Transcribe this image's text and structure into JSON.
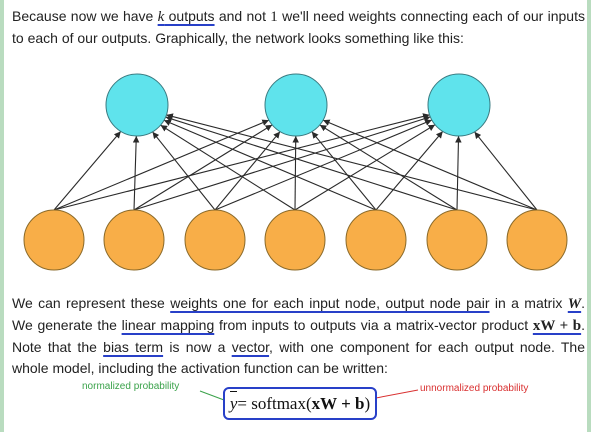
{
  "intro_paragraph": {
    "part1": "Because now we have ",
    "k_symbol": "k",
    "outputs_word": " outputs",
    "part2": " and not ",
    "one_symbol": "1",
    "part3": " we'll need weights connecting each of our inputs to each of our outputs. Graphically, the network looks something like this:"
  },
  "network": {
    "output_nodes": 3,
    "input_nodes": 7,
    "output_color": "#5fe3ec",
    "input_color": "#f8ae48",
    "edge_color": "#2a2a2a"
  },
  "second_paragraph": {
    "t1": "We can represent these ",
    "u1": "weights one for each input node, output node pair",
    "t2": " in a matrix ",
    "W_symbol": "W",
    "t3": ". We generate the ",
    "u2": "linear mapping",
    "t4": " from inputs to outputs via a matrix-vector product ",
    "xw_symbol": "xW + b",
    "t5": ". Note that the ",
    "u3": "bias term",
    "t6": " is now a ",
    "u4": "vector",
    "t7": ", with one component for each output node. The whole model, including the activation function can be written:"
  },
  "formula": {
    "yhat": "y",
    "eq": " = softmax(",
    "arg": "xW + b",
    "close": ")"
  },
  "annotations": {
    "left": "normalized probability",
    "right": "unnormalized probability",
    "left_color": "#3aa24a",
    "right_color": "#d93030",
    "box_color": "#2840c8"
  }
}
